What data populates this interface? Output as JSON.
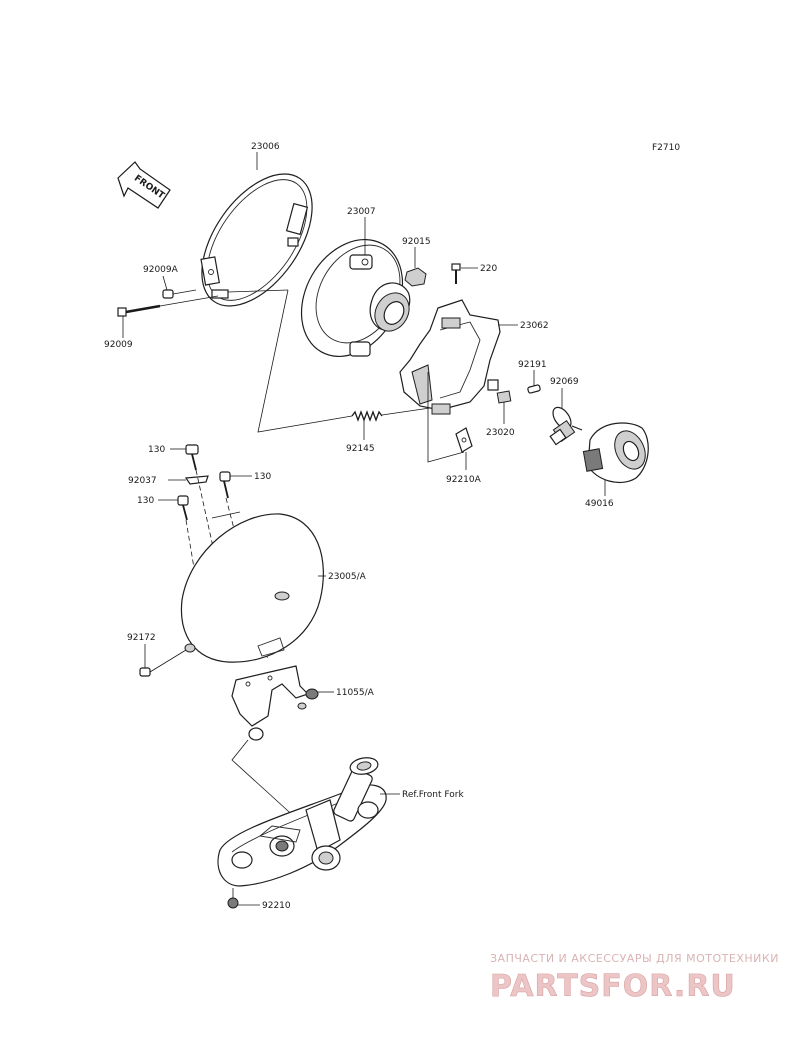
{
  "figure_code": "F2710",
  "front_label": "FRONT",
  "reference_label": "Ref.Front Fork",
  "parts": [
    {
      "id": "23006",
      "label": "23006"
    },
    {
      "id": "23007",
      "label": "23007"
    },
    {
      "id": "92015",
      "label": "92015"
    },
    {
      "id": "220",
      "label": "220"
    },
    {
      "id": "92009A",
      "label": "92009A"
    },
    {
      "id": "92009",
      "label": "92009"
    },
    {
      "id": "23062",
      "label": "23062"
    },
    {
      "id": "92191",
      "label": "92191"
    },
    {
      "id": "92069",
      "label": "92069"
    },
    {
      "id": "92145",
      "label": "92145"
    },
    {
      "id": "23020",
      "label": "23020"
    },
    {
      "id": "92210A",
      "label": "92210A"
    },
    {
      "id": "49016",
      "label": "49016"
    },
    {
      "id": "130a",
      "label": "130"
    },
    {
      "id": "130b",
      "label": "130"
    },
    {
      "id": "130c",
      "label": "130"
    },
    {
      "id": "92037",
      "label": "92037"
    },
    {
      "id": "23005A",
      "label": "23005/A"
    },
    {
      "id": "92172",
      "label": "92172"
    },
    {
      "id": "11055A",
      "label": "11055/A"
    },
    {
      "id": "92210",
      "label": "92210"
    }
  ],
  "watermark": {
    "tagline": "ЗАПЧАСТИ И АКСЕССУАРЫ ДЛЯ МОТОТЕХНИКИ",
    "brand": "PARTSFOR.RU"
  }
}
